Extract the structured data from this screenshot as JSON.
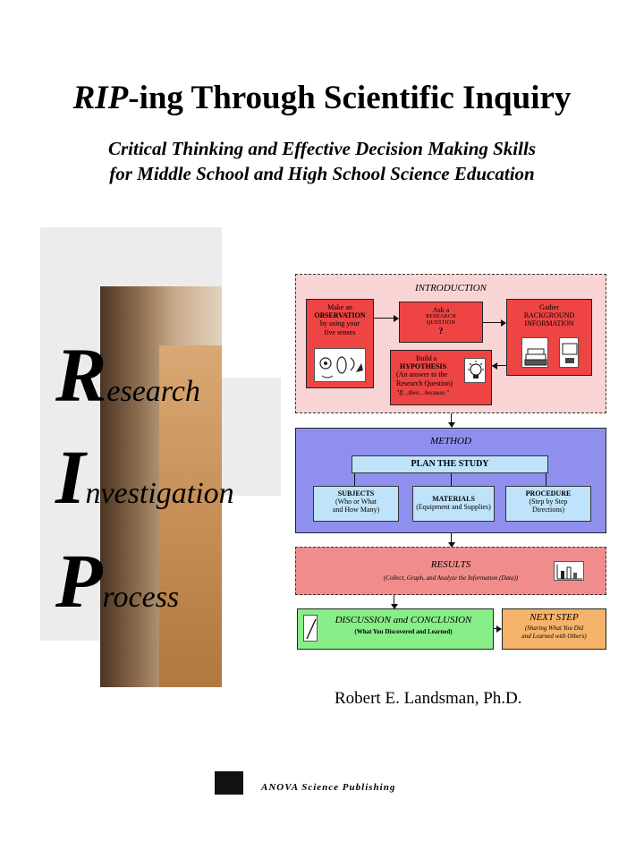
{
  "title": {
    "italic_part": "RIP",
    "rest": "-ing Through Scientific Inquiry"
  },
  "subtitle": {
    "line1": "Critical Thinking and Effective Decision Making Skills",
    "line2": "for Middle School and High School Science Education"
  },
  "rip": [
    {
      "initial": "R",
      "rest": "esearch"
    },
    {
      "initial": "I",
      "rest": "nvestigation"
    },
    {
      "initial": "P",
      "rest": "rocess"
    }
  ],
  "diagram": {
    "introduction": {
      "heading": "INTRODUCTION",
      "observation": {
        "line1": "Make an",
        "bold": "OBSERVATION",
        "line2": "by using your",
        "line3": "five senses"
      },
      "question": {
        "line1": "Ask a",
        "line2": "RESEARCH",
        "line3": "QUESTION",
        "mark": "?"
      },
      "background": {
        "line1": "Gather",
        "line2": "BACKGROUND",
        "line3": "INFORMATION"
      },
      "hypothesis": {
        "line1": "Build a",
        "bold": "HYPOTHESIS",
        "line2": "(An answer to the",
        "line3": "Research Question)",
        "note": "\"If…then…because.\""
      }
    },
    "method": {
      "heading": "METHOD",
      "plan": "PLAN THE STUDY",
      "subjects": {
        "title": "SUBJECTS",
        "line1": "(Who or What",
        "line2": "and How Many)"
      },
      "materials": {
        "title": "MATERIALS",
        "line1": "(Equipment and Supplies)"
      },
      "procedure": {
        "title": "PROCEDURE",
        "line1": "(Step by Step",
        "line2": "Directions)"
      }
    },
    "results": {
      "heading": "RESULTS",
      "detail": "(Collect, Graph, and Analyze the Information (Data))"
    },
    "discussion": {
      "heading": "DISCUSSION and CONCLUSION",
      "detail": "(What You Discovered and Learned)"
    },
    "next_step": {
      "heading": "NEXT STEP",
      "line1": "(Sharing What You Did",
      "line2": "and Learned with Others)"
    }
  },
  "author": "Robert E. Landsman, Ph.D.",
  "publisher": "ANOVA Science Publishing",
  "colors": {
    "intro_bg": "#f9d4d4",
    "method_bg": "#8f8fee",
    "results_bg": "#f08c8c",
    "discussion_bg": "#88ee88",
    "next_step_bg": "#f5b46a",
    "box_red": "#ee4444",
    "box_blue": "#bfe3fb"
  }
}
